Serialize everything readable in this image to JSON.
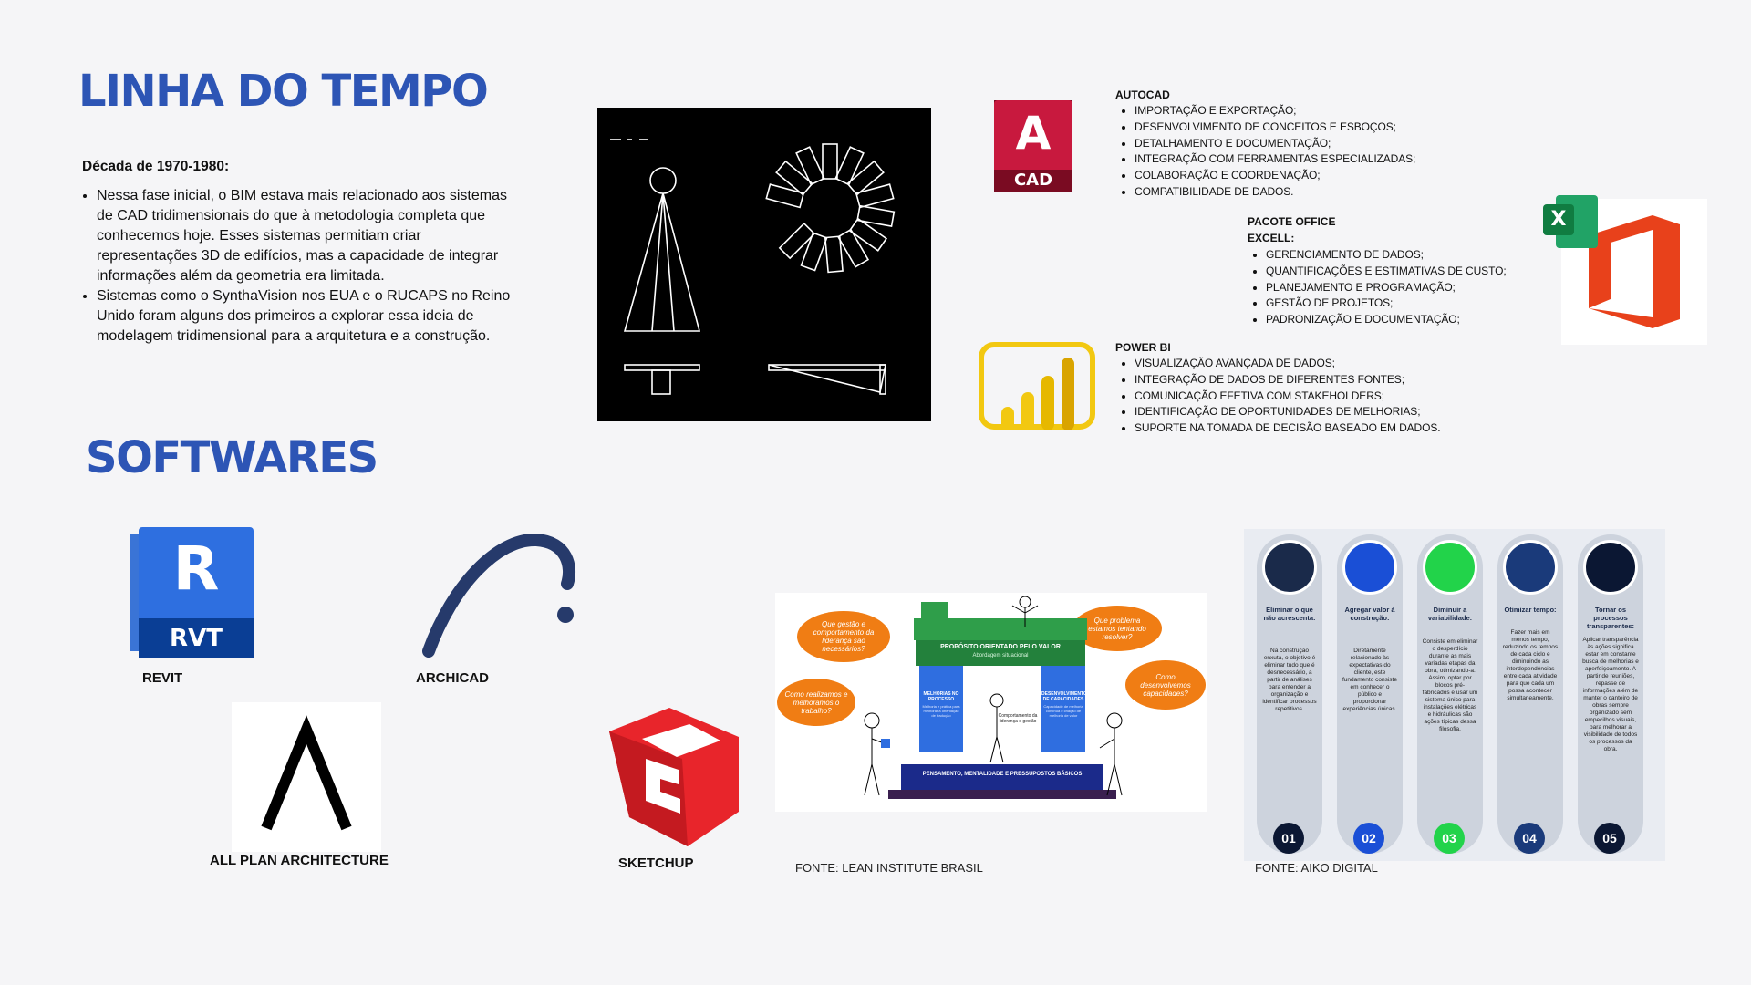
{
  "timeline": {
    "title": "LINHA DO TEMPO",
    "decade": "Década de 1970-1980:",
    "paragraphs": [
      "Nessa fase inicial, o BIM estava mais relacionado aos sistemas de CAD tridimensionais do que à metodologia completa que conhecemos hoje. Esses sistemas permitiam criar representações 3D de edifícios, mas a capacidade de integrar informações além da geometria era limitada.",
      "Sistemas como o SynthaVision nos EUA e o RUCAPS no Reino Unido foram alguns dos primeiros a explorar essa ideia de modelagem tridimensional para a arquitetura e a construção."
    ]
  },
  "autocad": {
    "icon_text": "A",
    "icon_caption": "CAD",
    "title": "AUTOCAD",
    "items": [
      "IMPORTAÇÃO E EXPORTAÇÃO;",
      "DESENVOLVIMENTO DE CONCEITOS E ESBOÇOS;",
      "DETALHAMENTO E DOCUMENTAÇÃO;",
      "INTEGRAÇÃO COM FERRAMENTAS ESPECIALIZADAS;",
      "COLABORAÇÃO E COORDENAÇÃO;",
      "COMPATIBILIDADE DE DADOS."
    ],
    "color": "#c4123a"
  },
  "office": {
    "title": "PACOTE OFFICE",
    "subtitle": "EXCELL:",
    "excel_letter": "X",
    "items": [
      "GERENCIAMENTO DE DADOS;",
      "QUANTIFICAÇÕES E ESTIMATIVAS DE CUSTO;",
      "PLANEJAMENTO E PROGRAMAÇÃO;",
      "GESTÃO DE PROJETOS;",
      "PADRONIZAÇÃO E DOCUMENTAÇÃO;"
    ],
    "color": "#e8411b"
  },
  "powerbi": {
    "title": "POWER BI",
    "items": [
      "VISUALIZAÇÃO AVANÇADA DE DADOS;",
      "INTEGRAÇÃO DE DADOS DE DIFERENTES FONTES;",
      "COMUNICAÇÃO EFETIVA COM STAKEHOLDERS;",
      "IDENTIFICAÇÃO DE OPORTUNIDADES DE MELHORIAS;",
      "SUPORTE NA TOMADA DE DECISÃO BASEADO EM DADOS."
    ],
    "color": "#f2c811"
  },
  "software": {
    "title": "SOFTWARES",
    "revit": {
      "label": "REVIT",
      "letter": "R",
      "caption": "RVT"
    },
    "archicad": {
      "label": "ARCHICAD"
    },
    "allplan": {
      "label": "ALL PLAN ARCHITECTURE"
    },
    "sketchup": {
      "label": "SKETCHUP"
    }
  },
  "lean": {
    "bubbles": [
      "Que gestão e comportamento da liderança são necessários?",
      "Que problema estamos tentando resolver?",
      "Como realizamos e melhoramos o trabalho?",
      "Como desenvolvemos capacidades?"
    ],
    "roof": "PROPÓSITO ORIENTADO PELO VALOR",
    "roof_sub": "Abordagem situacional",
    "pillar_left": "MELHORIAS NO PROCESSO",
    "pillar_left_sub": "Melhoria e prática para melhorar a orientação de tradução",
    "pillar_right": "DESENVOLVIMENTO DE CAPACIDADES",
    "pillar_right_sub": "Capacidade de melhoria contínua e criação de melhoria de valor",
    "center": "Comportamento da liderança e gestão",
    "base": "PENSAMENTO, MENTALIDADE E PRESSUPOSTOS BÁSICOS",
    "source": "FONTE: LEAN INSTITUTE BRASIL"
  },
  "aiko": {
    "steps": [
      {
        "num": "01",
        "title": "Eliminar o que não acrescenta:",
        "text": "Na construção enxuta, o objetivo é eliminar tudo que é desnecessário, a partir de análises para entender a organização e identificar processos repetitivos."
      },
      {
        "num": "02",
        "title": "Agregar valor à construção:",
        "text": "Diretamente relacionado às expectativas do cliente, este fundamento consiste em conhecer o público e proporcionar experiências únicas."
      },
      {
        "num": "03",
        "title": "Diminuir a variabilidade:",
        "text": "Consiste em eliminar o desperdício durante as mais variadas etapas da obra, otimizando-a. Assim, optar por blocos pré-fabricados e usar um sistema único para instalações elétricas e hidráulicas são ações típicas dessa filosofia."
      },
      {
        "num": "04",
        "title": "Otimizar tempo:",
        "text": "Fazer mais em menos tempo, reduzindo os tempos de cada ciclo e diminuindo as interdependências entre cada atividade para que cada um possa acontecer simultaneamente."
      },
      {
        "num": "05",
        "title": "Tornar os processos transparentes:",
        "text": "Aplicar transparência às ações significa estar em constante busca de melhorias e aperfeiçoamento. A partir de reuniões, repasse de informações além de manter o canteiro de obras sempre organizado sem empecilhos visuais, para melhorar a visibilidade de todos os processos da obra."
      }
    ],
    "source": "FONTE: AIKO DIGITAL",
    "accent_green": "#22d34a",
    "accent_blue": "#1a4fd6"
  }
}
